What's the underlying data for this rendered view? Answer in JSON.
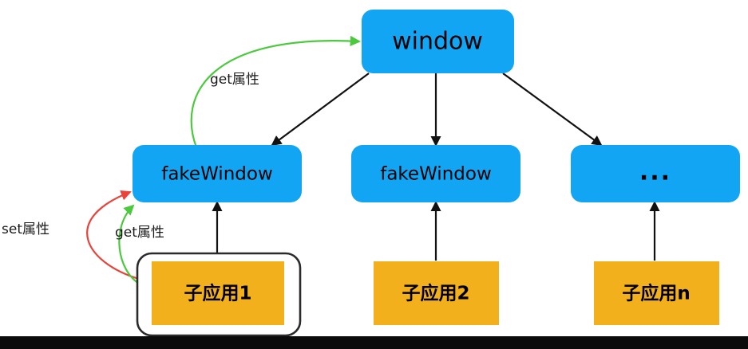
{
  "diagram": {
    "title": "window proxy sandbox diagram",
    "colors": {
      "blue": "#12A5F4",
      "orange": "#F2B01D",
      "green": "#4CC93F",
      "red": "#E8423A",
      "black": "#111111",
      "background": "#FFFFFF",
      "bottom_bar": "#0B0B0B"
    },
    "nodes": {
      "root": {
        "label": "window"
      },
      "proxies": [
        {
          "label": "fakeWindow"
        },
        {
          "label": "fakeWindow"
        },
        {
          "label": "..."
        }
      ],
      "apps": [
        {
          "label": "子应用1"
        },
        {
          "label": "子应用2"
        },
        {
          "label": "子应用n"
        }
      ]
    },
    "edge_labels": {
      "get_from_proxy_to_window": "get属性",
      "set_from_app_to_proxy": "set属性",
      "get_from_app_to_proxy": "get属性"
    }
  }
}
